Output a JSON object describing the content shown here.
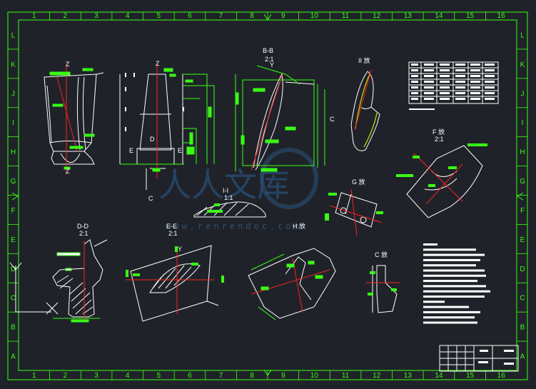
{
  "drawing": {
    "background": "#1f2329",
    "border_color": "#39ff14",
    "line_color": "#ffffff",
    "centerline_color": "#ff2020",
    "dimension_color": "#39ff14"
  },
  "grid": {
    "columns": [
      "1",
      "2",
      "3",
      "4",
      "5",
      "6",
      "7",
      "8",
      "9",
      "10",
      "11",
      "12",
      "13",
      "14",
      "15",
      "16"
    ],
    "rows": [
      "L",
      "K",
      "J",
      "I",
      "H",
      "G",
      "F",
      "E",
      "D",
      "C",
      "B",
      "A"
    ]
  },
  "section_labels": {
    "bb": "B-B",
    "bb_scale": "2:1",
    "detail_top": "II 放",
    "detail_f": "F 放",
    "detail_f_scale": "2:1",
    "detail_g": "G 放",
    "ii": "I-I",
    "ii_scale": "1:1",
    "dd": "D-D",
    "dd_scale": "2:1",
    "ee": "E-E",
    "ee_scale": "2:1",
    "detail_h": "H 放",
    "detail_c": "C 放",
    "z1": "Z",
    "z2": "Z",
    "c1": "C",
    "c2": "C",
    "e1": "E",
    "e2": "E",
    "d1": "D",
    "y1": "Y",
    "y2": "Y"
  },
  "watermark": {
    "text": "人人文库",
    "url": "www.renrendoc.com"
  },
  "icons": {
    "ucs": "ucs-icon",
    "center_mark": "center-mark-icon"
  }
}
